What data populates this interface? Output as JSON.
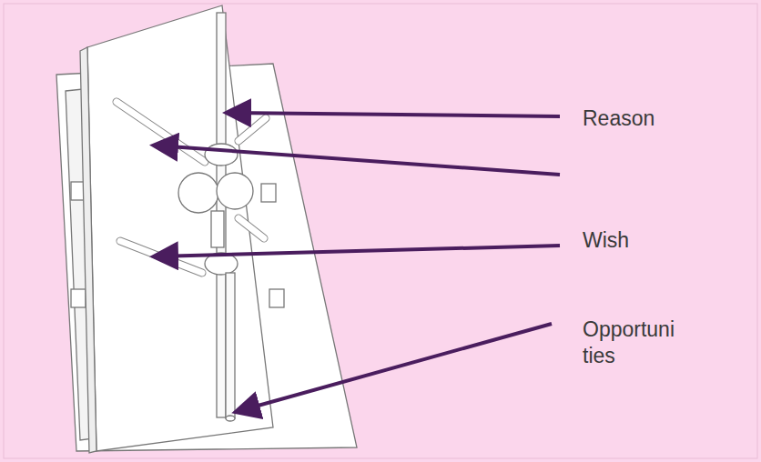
{
  "diagram": {
    "labels": [
      "Reason",
      "Wish",
      "Opportuni ties"
    ]
  }
}
